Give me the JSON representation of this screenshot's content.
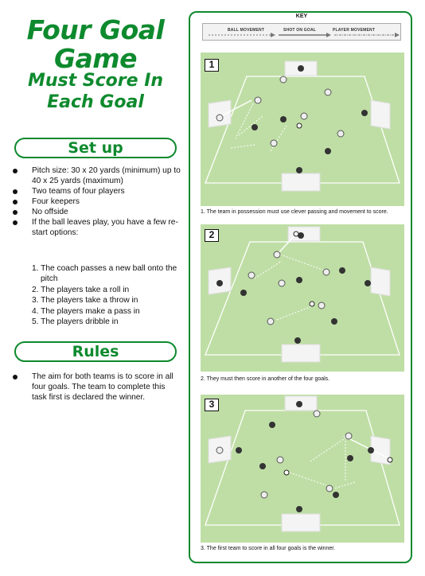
{
  "title": {
    "line1": "Four Goal",
    "line2": "Game",
    "line3": "Must Score In",
    "line4": "Each Goal"
  },
  "setup": {
    "heading": "Set up",
    "bullets": [
      "Pitch size: 30 x 20 yards (minimum) up to 40 x 25 yards (maximum)",
      "Two teams of four players",
      "Four keepers",
      "No offside",
      "If the ball leaves play, you have a few re-start options:"
    ],
    "options": [
      "1. The coach passes a new ball onto the pitch",
      "2. The players take a roll in",
      "3. The players take a throw in",
      "4. The players make a pass in",
      "5. The players dribble in"
    ]
  },
  "rules": {
    "heading": "Rules",
    "bullets": [
      "The aim for both teams is to score in all four goals. The team to complete this task first is declared the winner."
    ]
  },
  "key": {
    "title": "KEY",
    "ball_movement": "BALL MOVEMENT",
    "shot_on_goal": "SHOT ON GOAL",
    "player_movement": "PLAYER MOVEMENT"
  },
  "diagrams": [
    {
      "number": "1",
      "caption": "1. The team in possession must use clever passing and movement to score."
    },
    {
      "number": "2",
      "caption": "2. They must then score in another of the four goals."
    },
    {
      "number": "3",
      "caption": "3. The first team to score in all four goals is the winner."
    }
  ]
}
